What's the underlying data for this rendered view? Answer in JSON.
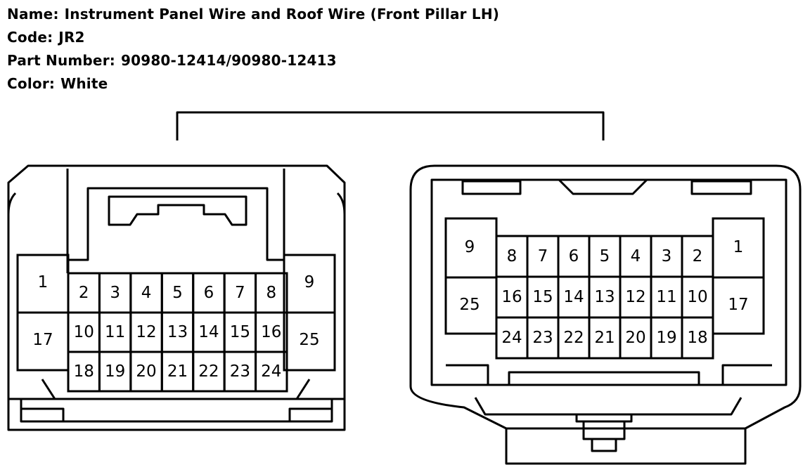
{
  "header": {
    "name_label": "Name:",
    "name_value": "Instrument Panel Wire and Roof Wire (Front Pillar LH)",
    "code_label": "Code:",
    "code_value": "JR2",
    "part_label": "Part Number:",
    "part_value": "90980-12414/90980-12413",
    "color_label": "Color:",
    "color_value": "White"
  },
  "left_connector": {
    "pins": [
      "1",
      "2",
      "3",
      "4",
      "5",
      "6",
      "7",
      "8",
      "9",
      "10",
      "11",
      "12",
      "13",
      "14",
      "15",
      "16",
      "17",
      "18",
      "19",
      "20",
      "21",
      "22",
      "23",
      "24",
      "25"
    ]
  },
  "right_connector": {
    "pins": [
      "9",
      "8",
      "7",
      "6",
      "5",
      "4",
      "3",
      "2",
      "1",
      "25",
      "16",
      "15",
      "14",
      "13",
      "12",
      "11",
      "10",
      "17",
      "24",
      "23",
      "22",
      "21",
      "20",
      "19",
      "18"
    ]
  }
}
